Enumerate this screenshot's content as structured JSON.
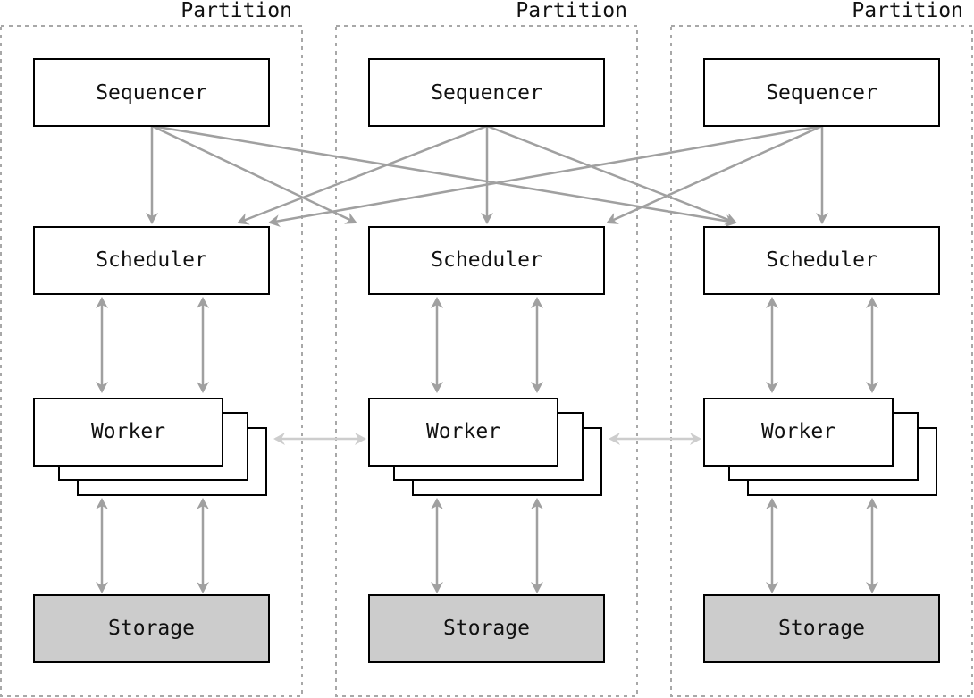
{
  "diagram": {
    "partition_label": "Partition",
    "sequencer_label": "Sequencer",
    "scheduler_label": "Scheduler",
    "worker_label": "Worker",
    "storage_label": "Storage",
    "colors": {
      "box_stroke": "#000000",
      "storage_fill": "#cccccc",
      "arrow": "#a0a0a0",
      "arrow_light": "#cdcdcd",
      "partition_border": "#a8a8a8"
    },
    "partitions": [
      {
        "name": "Partition"
      },
      {
        "name": "Partition"
      },
      {
        "name": "Partition"
      }
    ]
  }
}
